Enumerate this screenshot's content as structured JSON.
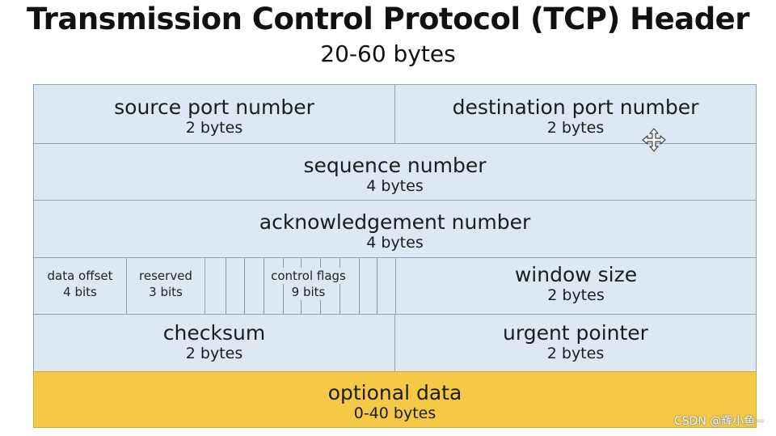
{
  "title": "Transmission Control Protocol (TCP) Header",
  "subtitle": "20-60 bytes",
  "fields": {
    "source_port": {
      "name": "source port number",
      "size": "2 bytes"
    },
    "destination_port": {
      "name": "destination port number",
      "size": "2 bytes"
    },
    "sequence": {
      "name": "sequence number",
      "size": "4 bytes"
    },
    "acknowledgement": {
      "name": "acknowledgement number",
      "size": "4 bytes"
    },
    "data_offset": {
      "name": "data offset",
      "size": "4 bits"
    },
    "reserved": {
      "name": "reserved",
      "size": "3 bits"
    },
    "control_flags": {
      "name": "control flags",
      "size": "9 bits"
    },
    "window_size": {
      "name": "window size",
      "size": "2 bytes"
    },
    "checksum": {
      "name": "checksum",
      "size": "2 bytes"
    },
    "urgent_pointer": {
      "name": "urgent pointer",
      "size": "2 bytes"
    },
    "optional_data": {
      "name": "optional data",
      "size": "0-40 bytes"
    }
  },
  "colors": {
    "header_field": "#dde8f2",
    "optional_field": "#f5c945",
    "border": "#8ea3b6"
  },
  "icons": [
    "move-cursor-icon"
  ],
  "watermark": "CSDN @辉小鱼~"
}
